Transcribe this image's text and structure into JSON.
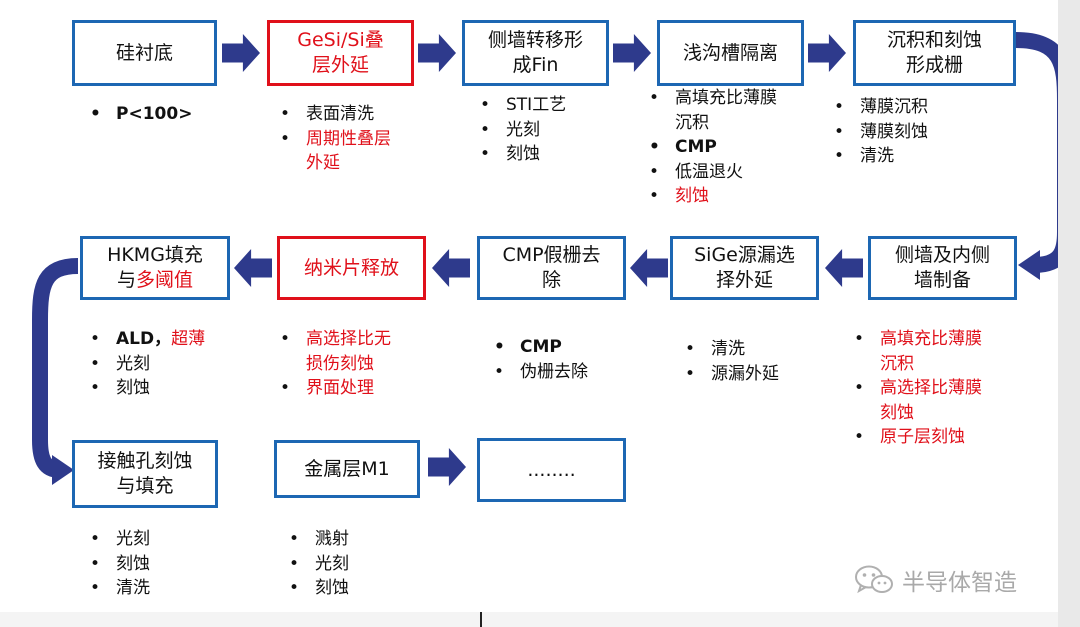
{
  "boxes": [
    {
      "id": "b1",
      "text": "硅衬底",
      "red": false
    },
    {
      "id": "b2",
      "text": "GeSi/Si叠\n层外延",
      "red": true
    },
    {
      "id": "b3",
      "text": "侧墙转移形\n成Fin",
      "red": false
    },
    {
      "id": "b4",
      "text": "浅沟槽隔离",
      "red": false
    },
    {
      "id": "b5",
      "text": "沉积和刻蚀\n形成栅",
      "red": false
    },
    {
      "id": "b6",
      "text": "侧墙及内侧\n墙制备",
      "red": false
    },
    {
      "id": "b7",
      "text": "SiGe源漏选\n择外延",
      "red": false
    },
    {
      "id": "b8",
      "text": "CMP假栅去\n除",
      "red": false
    },
    {
      "id": "b9",
      "text": "纳米片释放",
      "red": true
    },
    {
      "id": "b10",
      "text_black": "HKMG填充\n与",
      "text_red": "多阈值",
      "red": false
    },
    {
      "id": "b11",
      "text": "接触孔刻蚀\n与填充",
      "red": false
    },
    {
      "id": "b12",
      "text": "金属层M1",
      "red": false
    },
    {
      "id": "b13",
      "text": "........",
      "red": false
    }
  ],
  "lists": {
    "b1": [
      {
        "text": "P<100>",
        "red": false
      }
    ],
    "b2": [
      {
        "text": "表面清洗",
        "red": false
      },
      {
        "text": "周期性叠层\n外延",
        "red": true
      }
    ],
    "b3": [
      {
        "text": "STI工艺",
        "red": false
      },
      {
        "text": "光刻",
        "red": false
      },
      {
        "text": "刻蚀",
        "red": false
      }
    ],
    "b4": [
      {
        "text": "高填充比薄膜\n沉积",
        "red": false
      },
      {
        "text": "CMP",
        "red": false
      },
      {
        "text": "低温退火",
        "red": false
      },
      {
        "text": "刻蚀",
        "red": true
      }
    ],
    "b5": [
      {
        "text": "薄膜沉积",
        "red": false
      },
      {
        "text": "薄膜刻蚀",
        "red": false
      },
      {
        "text": "清洗",
        "red": false
      }
    ],
    "b6": [
      {
        "text": "高填充比薄膜\n沉积",
        "red": true
      },
      {
        "text": "高选择比薄膜\n刻蚀",
        "red": true
      },
      {
        "text": "原子层刻蚀",
        "red": true
      }
    ],
    "b7": [
      {
        "text": "清洗",
        "red": false
      },
      {
        "text": "源漏外延",
        "red": false
      }
    ],
    "b8": [
      {
        "text": "CMP",
        "red": false
      },
      {
        "text": "伪栅去除",
        "red": false
      }
    ],
    "b9": [
      {
        "text": "高选择比无\n损伤刻蚀",
        "red": true
      },
      {
        "text": "界面处理",
        "red": true
      }
    ],
    "b10": [
      {
        "text_black": "ALD，",
        "text_red": "超薄",
        "red": false
      },
      {
        "text": "光刻",
        "red": false
      },
      {
        "text": "刻蚀",
        "red": false
      }
    ],
    "b11": [
      {
        "text": "光刻",
        "red": false
      },
      {
        "text": "刻蚀",
        "red": false
      },
      {
        "text": "清洗",
        "red": false
      }
    ],
    "b12": [
      {
        "text": "溅射",
        "red": false
      },
      {
        "text": "光刻",
        "red": false
      },
      {
        "text": "刻蚀",
        "red": false
      }
    ]
  },
  "watermark": {
    "text": "半导体智造",
    "icon": "wechat-icon"
  },
  "colors": {
    "box_border": "#1d67b3",
    "red": "#e0101a",
    "arrow": "#2e3a8c"
  }
}
